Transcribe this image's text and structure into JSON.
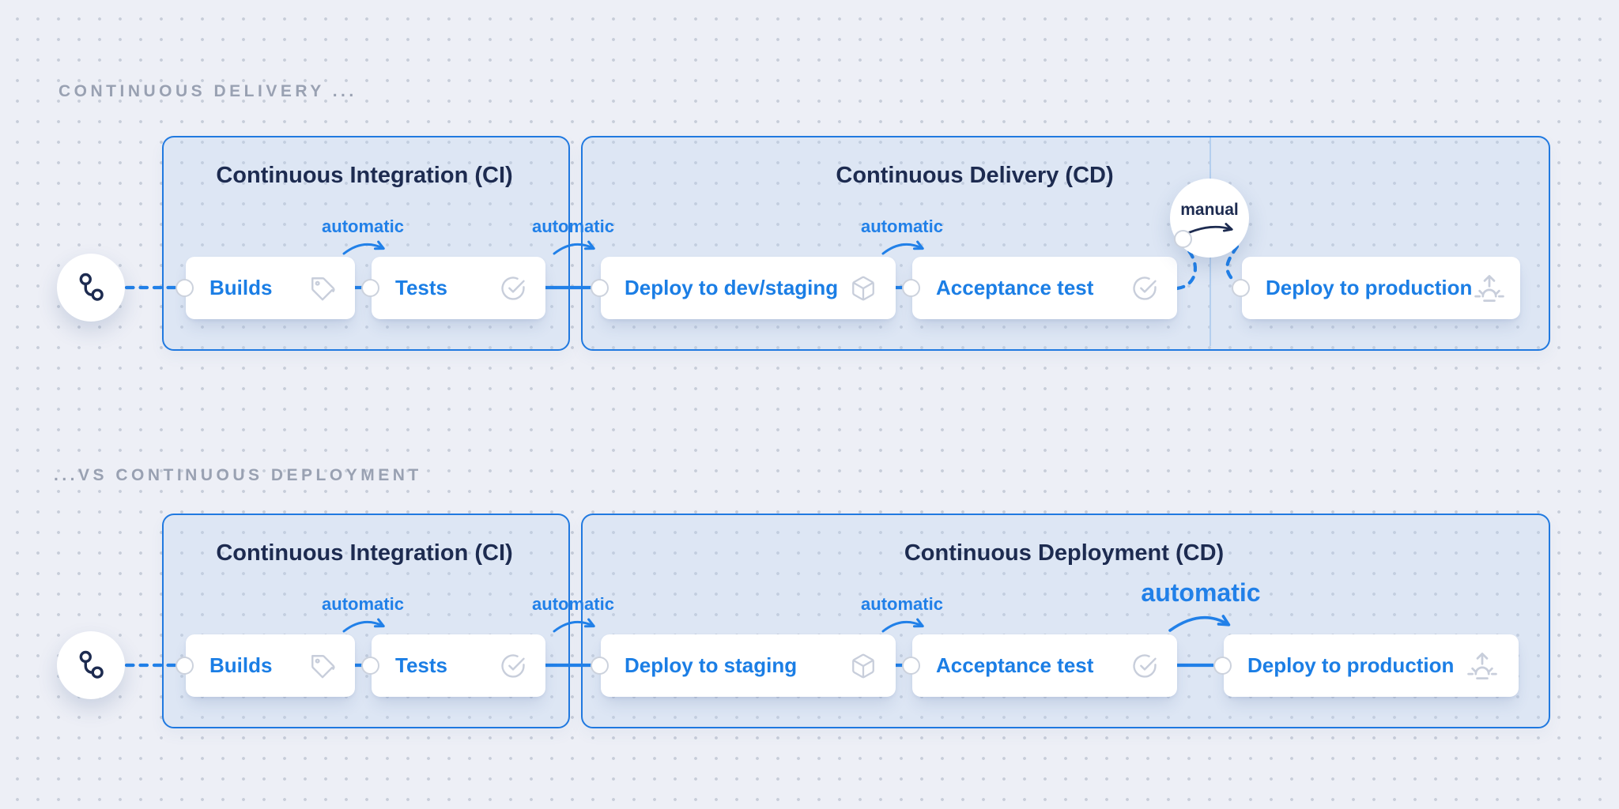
{
  "delivery": {
    "heading": "CONTINUOUS DELIVERY ...",
    "ci": {
      "title": "Continuous Integration (CI)"
    },
    "cd": {
      "title": "Continuous Delivery (CD)"
    },
    "cards": {
      "builds": "Builds",
      "tests": "Tests",
      "deploy_dev_staging": "Deploy to dev/staging",
      "acceptance_test": "Acceptance test",
      "deploy_production": "Deploy to production"
    },
    "labels": {
      "automatic_1": "automatic",
      "automatic_2": "automatic",
      "automatic_3": "automatic",
      "manual": "manual"
    }
  },
  "deployment": {
    "heading": "...VS CONTINUOUS DEPLOYMENT",
    "ci": {
      "title": "Continuous Integration (CI)"
    },
    "cd": {
      "title": "Continuous Deployment (CD)"
    },
    "cards": {
      "builds": "Builds",
      "tests": "Tests",
      "deploy_staging": "Deploy to staging",
      "acceptance_test": "Acceptance test",
      "deploy_production": "Deploy to production"
    },
    "labels": {
      "automatic_1": "automatic",
      "automatic_2": "automatic",
      "automatic_3": "automatic",
      "automatic_big": "automatic"
    }
  },
  "icons": {
    "source": "git-commit-icon",
    "builds": "tag-icon",
    "tests": "check-circle-icon",
    "deploy_environment": "cube-icon",
    "acceptance": "check-circle-icon",
    "production": "launch-icon"
  },
  "colors": {
    "background": "#edeff6",
    "accent_blue": "#1e7ce2",
    "card_text_blue": "#1b7ee5",
    "navy": "#1d2b50",
    "heading_gray": "#99a1b2",
    "icon_gray": "#c8cedb",
    "box_border_blue": "#2079e0"
  }
}
